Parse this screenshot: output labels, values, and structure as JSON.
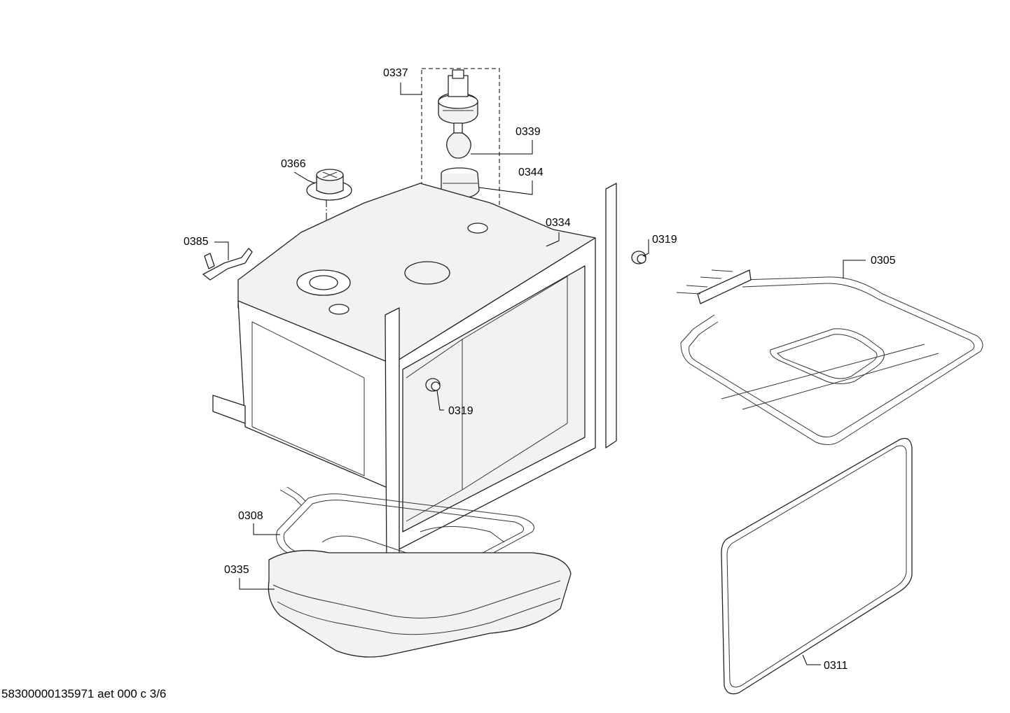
{
  "callouts": {
    "c0337": "0337",
    "c0339": "0339",
    "c0344": "0344",
    "c0366": "0366",
    "c0334": "0334",
    "c0385": "0385",
    "c0319a": "0319",
    "c0319b": "0319",
    "c0305": "0305",
    "c0308": "0308",
    "c0335": "0335",
    "c0311": "0311"
  },
  "footer": "58300000135971 aet 000 c 3/6"
}
